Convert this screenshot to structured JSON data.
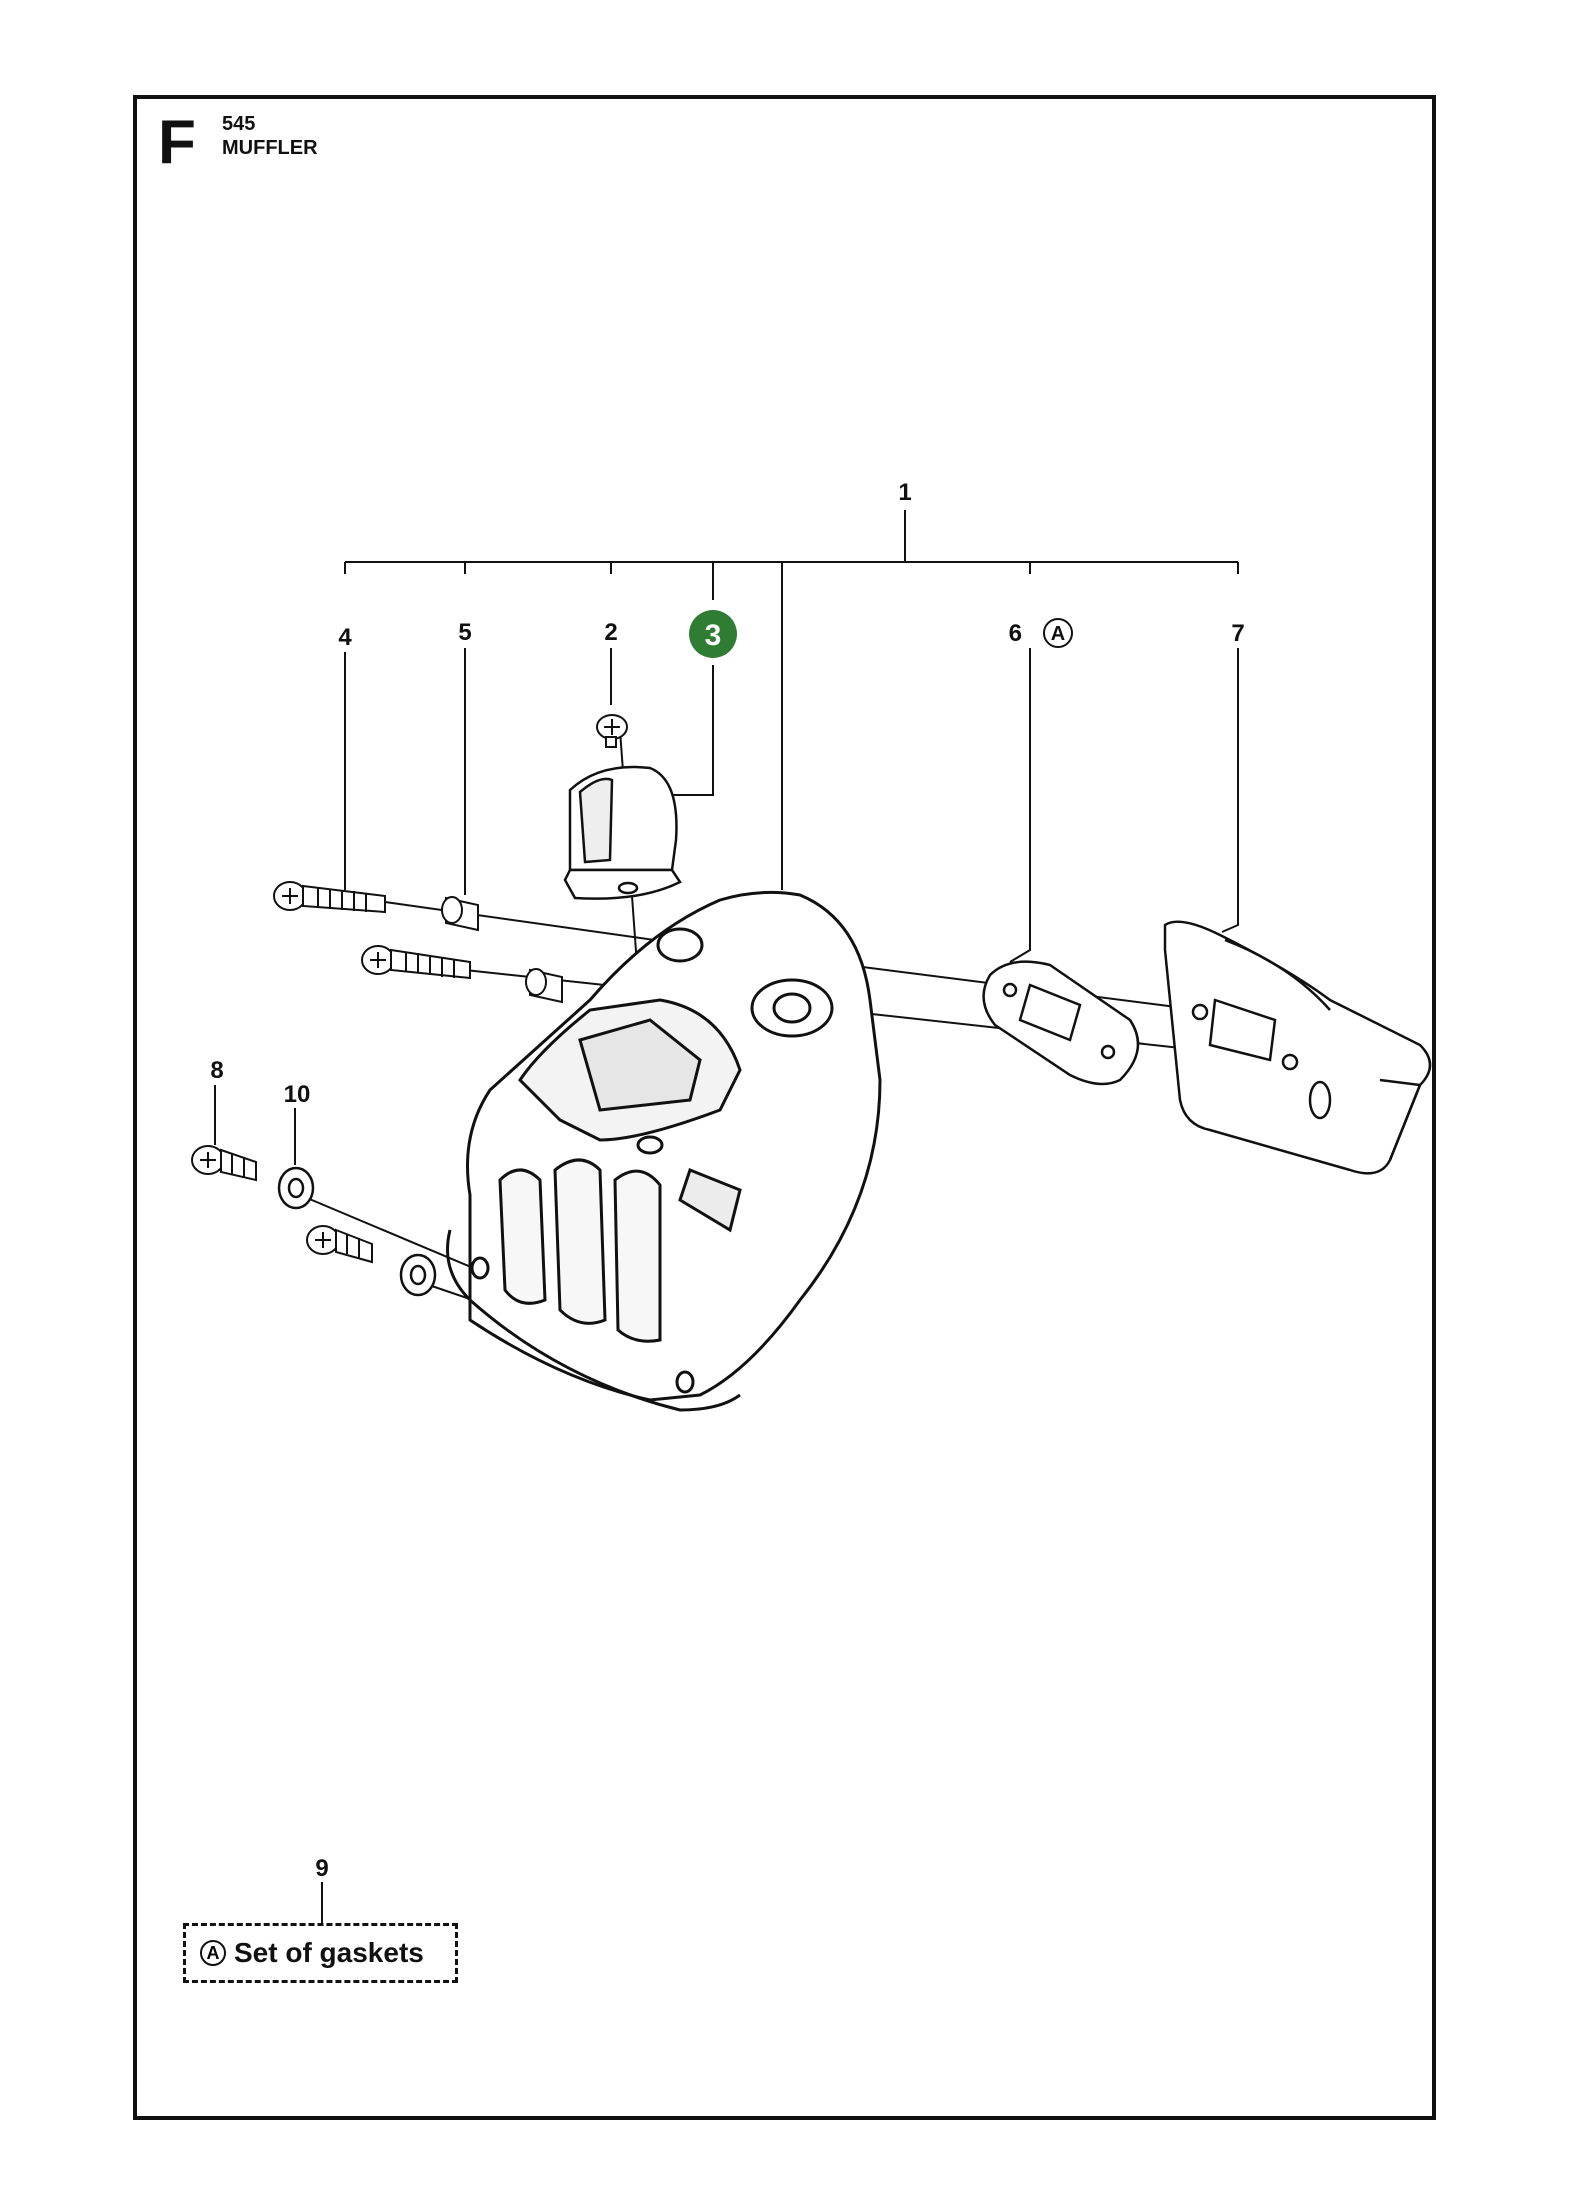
{
  "header": {
    "section_letter": "F",
    "model": "545",
    "title": "MUFFLER"
  },
  "callouts": {
    "c1": "1",
    "c2": "2",
    "c3": "3",
    "c4": "4",
    "c5": "5",
    "c6": "6",
    "c7": "7",
    "c8": "8",
    "c9": "9",
    "c10": "10",
    "c6_marker": "A"
  },
  "legend": {
    "marker": "A",
    "text": "Set of gaskets"
  },
  "colors": {
    "highlight": "#2e7d32",
    "line": "#111111"
  }
}
